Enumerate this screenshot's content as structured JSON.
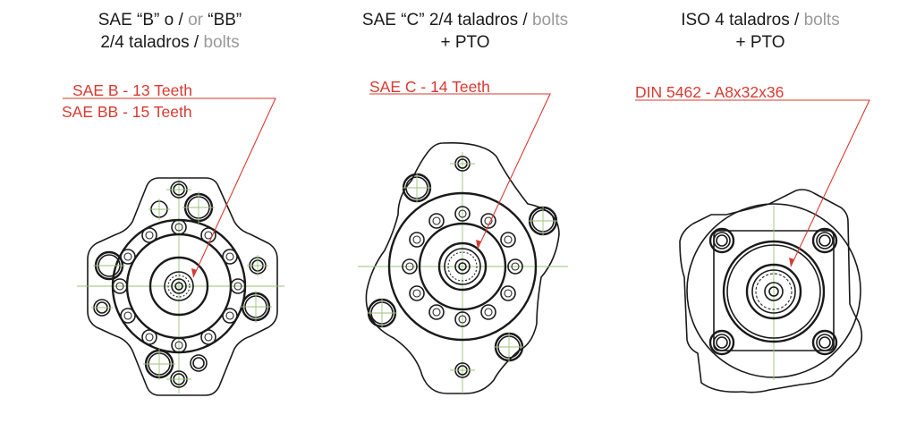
{
  "panels": [
    {
      "id": "sae-b",
      "title_line1": {
        "part1": "SAE “B” o / ",
        "muted": "or",
        "part2": " “BB”"
      },
      "title_line2": {
        "part1": "2/4 taladros / ",
        "muted": "bolts"
      },
      "labels": [
        "SAE B - 13 Teeth",
        "SAE BB - 15 Teeth"
      ]
    },
    {
      "id": "sae-c",
      "title_line1": {
        "part1": "SAE “C” 2/4 taladros / ",
        "muted": "bolts"
      },
      "title_line2": {
        "part1": "+ PTO"
      },
      "labels": [
        "SAE C - 14 Teeth"
      ]
    },
    {
      "id": "iso-4",
      "title_line1": {
        "part1": "ISO 4 taladros / ",
        "muted": "bolts"
      },
      "title_line2": {
        "part1": "+ PTO"
      },
      "labels": [
        "DIN 5462 - A8x32x36"
      ]
    }
  ],
  "colors": {
    "label_red": "#d63b32",
    "centerline_green": "#9bc27b",
    "outline": "#1a1a1a",
    "muted_text": "#9a9a9a"
  }
}
